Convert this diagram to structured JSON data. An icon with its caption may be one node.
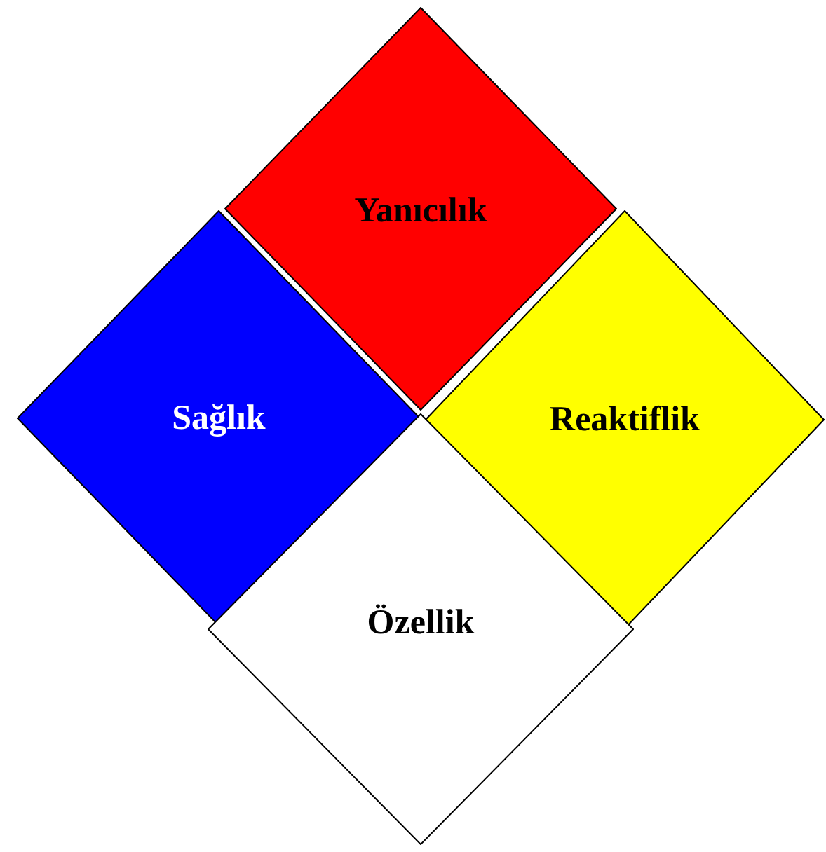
{
  "diagram": {
    "nodes": [
      {
        "text": [
          "Yanıcılık"
        ]
      },
      {
        "text": [
          "Sağlık"
        ]
      },
      {
        "text": [
          "Reaktiflik"
        ]
      },
      {
        "text": [
          "Özellik"
        ]
      }
    ]
  }
}
